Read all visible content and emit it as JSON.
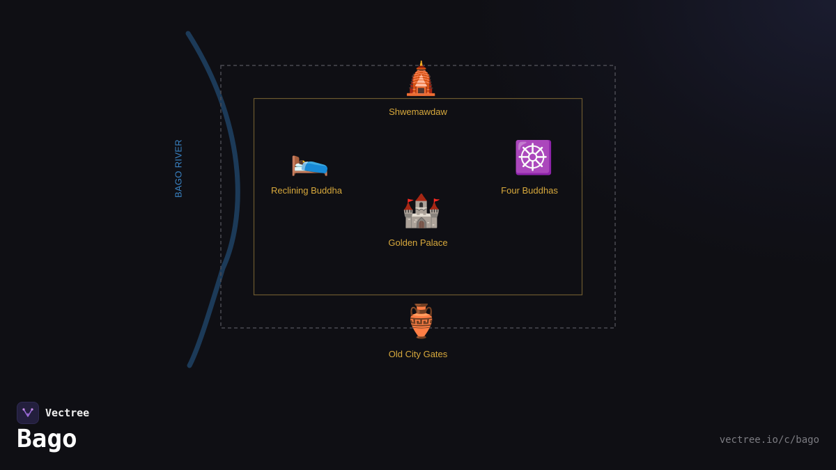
{
  "map": {
    "title": "Bago",
    "river_label": "BAGO RIVER",
    "colors": {
      "background": "#0f0f14",
      "river": "#1c3a58",
      "river_label": "#3a83c4",
      "inner_wall": "#6d5a30",
      "outer_wall": "#4a4a52",
      "label": "#d8a93c"
    },
    "sites": [
      {
        "id": "shwemawdaw",
        "label": "Shwemawdaw",
        "icon": "pagoda-icon",
        "glyph": "🛕"
      },
      {
        "id": "reclining-buddha",
        "label": "Reclining Buddha",
        "icon": "person-in-bed-icon",
        "glyph": "🛌"
      },
      {
        "id": "four-buddhas",
        "label": "Four Buddhas",
        "icon": "dharma-wheel-icon",
        "glyph": "☸️"
      },
      {
        "id": "golden-palace",
        "label": "Golden Palace",
        "icon": "castle-icon",
        "glyph": "🏰"
      },
      {
        "id": "old-city-gates",
        "label": "Old City Gates",
        "icon": "amphora-icon",
        "glyph": "🏺"
      }
    ]
  },
  "branding": {
    "name": "Vectree",
    "logo_icon": "vectree-logo-icon",
    "url": "vectree.io/c/bago"
  }
}
